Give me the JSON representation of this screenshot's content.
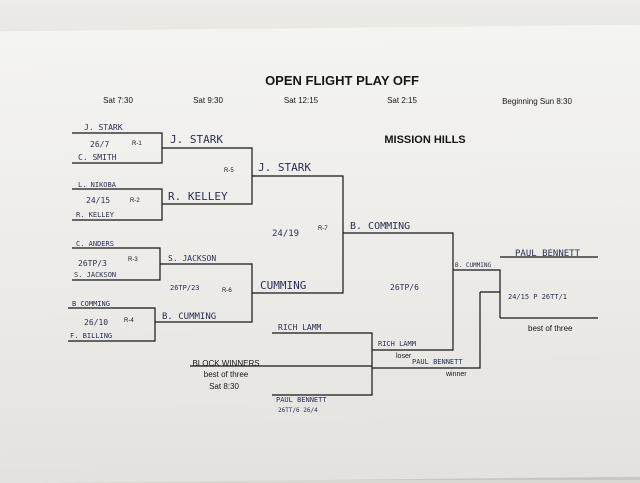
{
  "title": "OPEN FLIGHT PLAY OFF",
  "subtitle": "MISSION HILLS",
  "rounds": [
    "Sat 7:30",
    "Sat 9:30",
    "Sat 12:15",
    "Sat 2:15",
    "Beginning Sun 8:30"
  ],
  "round1": [
    {
      "top": "J. STARK",
      "score": "26/7",
      "match": "R-1",
      "bottom": "C. SMITH"
    },
    {
      "top": "L. NIKOBA",
      "score": "24/15",
      "match": "R-2",
      "bottom": "R. KELLEY"
    },
    {
      "top": "C. ANDERS",
      "score": "26TP/3",
      "match": "R-3",
      "bottom": "S. JACKSON"
    },
    {
      "top": "B COMMING",
      "score": "26/10",
      "match": "R-4",
      "bottom": "F. BILLING"
    }
  ],
  "round2": [
    {
      "top": "J. STARK",
      "match": "R-5",
      "bottom": "R. KELLEY"
    },
    {
      "top": "S. JACKSON",
      "score": "26TP/23",
      "match": "R-6",
      "bottom": "B. CUMMING"
    }
  ],
  "semifinal": {
    "top": "J. STARK",
    "score": "24/19",
    "match": "R-7",
    "bottom": "CUMMING"
  },
  "final": {
    "name": "B. COMMING",
    "score": "26TP/6"
  },
  "championship": {
    "left_label": "B. CUMMING",
    "winner": "PAUL BENNETT",
    "score": "24/15 P 26TT/1",
    "note": "best of three"
  },
  "block": {
    "label_line1": "BLOCK WINNERS",
    "label_line2": "best of three",
    "time": "Sat 8:30",
    "top": "RICH LAMM",
    "bottom": "PAUL BENNETT",
    "bottom_score": "26TT/6   26/4",
    "mid_top": "RICH LAMM",
    "mid_bottom": "PAUL BENNETT",
    "loser_label": "loser",
    "winner_label": "winner"
  },
  "colors": {
    "ink": "#161616",
    "pen": "#2a2f55",
    "paper": "#f1f0ed"
  }
}
